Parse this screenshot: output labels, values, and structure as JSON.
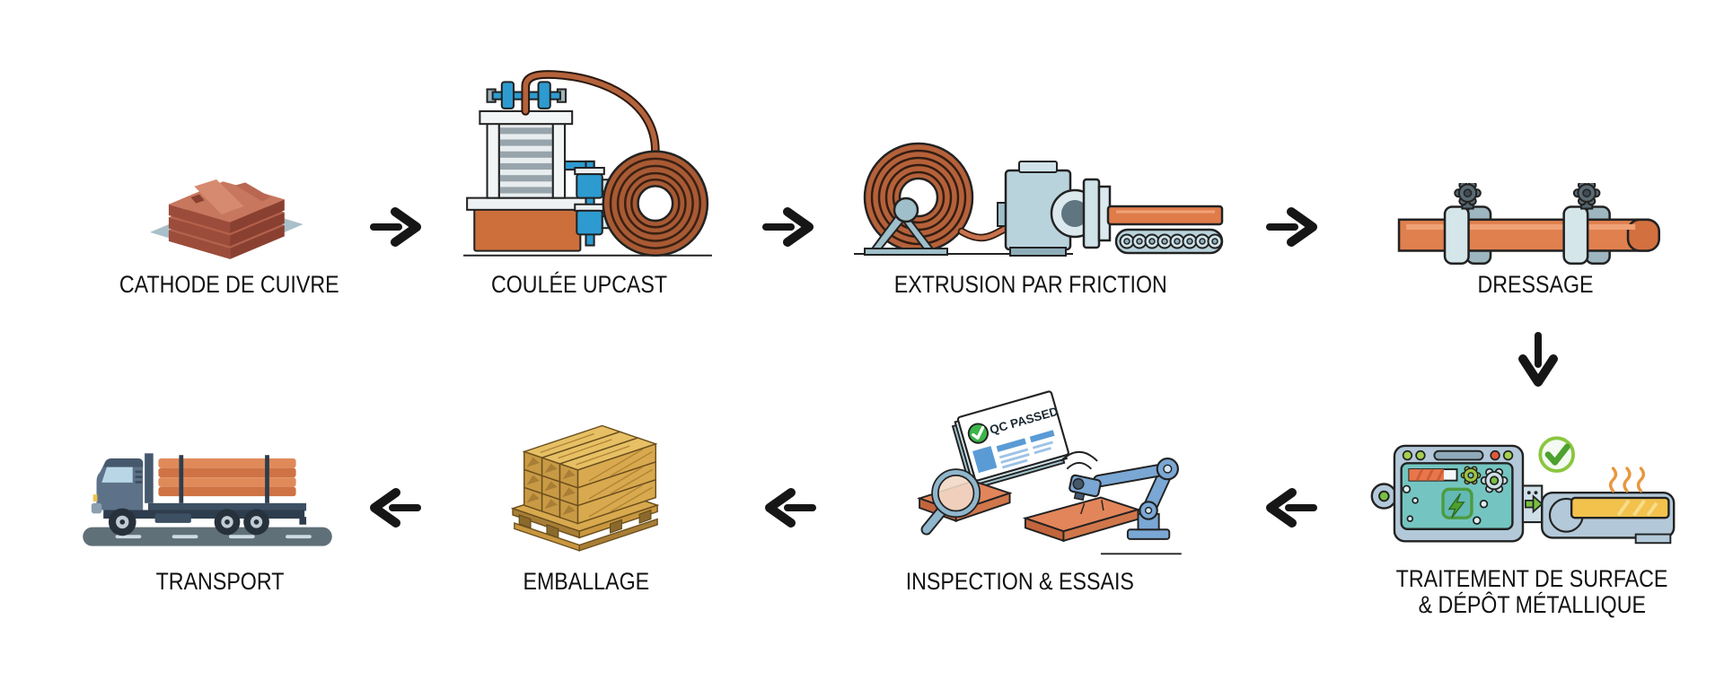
{
  "steps": [
    {
      "id": "cathode-de-cuivre",
      "label": "CATHODE DE CUIVRE",
      "icon": "copper-cathode-stack-icon"
    },
    {
      "id": "coulee-upcast",
      "label": "COULÉE UPCAST",
      "icon": "upcast-casting-machine-icon"
    },
    {
      "id": "extrusion-par-friction",
      "label": "EXTRUSION PAR FRICTION",
      "icon": "friction-extrusion-machine-icon"
    },
    {
      "id": "dressage",
      "label": "DRESSAGE",
      "icon": "rod-straightening-clamps-icon"
    },
    {
      "id": "traitement-de-surface",
      "label": "TRAITEMENT DE SURFACE",
      "label_line2": "& DÉPÔT MÉTALLIQUE",
      "icon": "surface-treatment-machine-icon"
    },
    {
      "id": "inspection-essais",
      "label": "INSPECTION & ESSAIS",
      "icon": "inspection-robot-arm-icon",
      "badge": "QC PASSED"
    },
    {
      "id": "emballage",
      "label": "EMBALLAGE",
      "icon": "pallet-with-crates-icon"
    },
    {
      "id": "transport",
      "label": "TRANSPORT",
      "icon": "flatbed-truck-icon"
    }
  ],
  "arrows": [
    {
      "direction": "right"
    },
    {
      "direction": "right"
    },
    {
      "direction": "right"
    },
    {
      "direction": "down"
    },
    {
      "direction": "left"
    },
    {
      "direction": "left"
    },
    {
      "direction": "left"
    }
  ],
  "colors": {
    "background": "#ffffff",
    "label_text": "#111111",
    "arrow_black": "#161616",
    "copper": "#c8734d",
    "copper_coil": "#b5613a",
    "copper_rod": "#e0804f",
    "machine_blue": "#2d9bd0",
    "steel_light": "#b9d3dc",
    "panel_blue_gray": "#b3c9d9",
    "screen_teal": "#74c5c1",
    "success_green": "#5cb23c",
    "alert_red": "#e05a3a",
    "gold_bar": "#f2c24d",
    "wood_tan": "#d8a94e",
    "truck_slate": "#5d7288",
    "road_gray": "#5f7079",
    "qc_card_blue": "#5b9bd5"
  }
}
